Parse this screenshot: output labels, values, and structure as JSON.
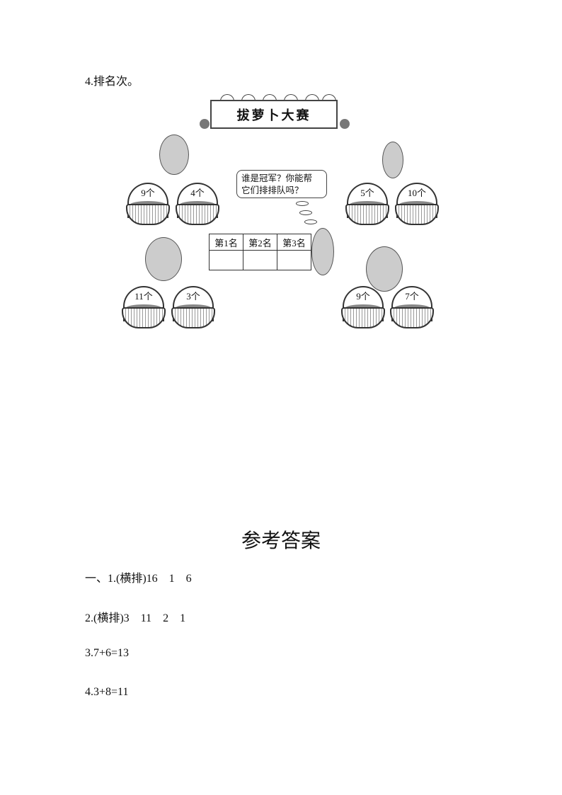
{
  "question": {
    "label": "4.排名次。"
  },
  "banner": {
    "title": "拔萝卜大赛"
  },
  "speech": {
    "line1": "谁是冠军？你能帮",
    "line2": "它们排排队吗？"
  },
  "rank_table": {
    "headers": [
      "第1名",
      "第2名",
      "第3名"
    ]
  },
  "baskets": {
    "pig": [
      "9个",
      "4个"
    ],
    "rabbit": [
      "5个",
      "10个"
    ],
    "monkey": [
      "11个",
      "3个"
    ],
    "elephant": [
      "9个",
      "7个"
    ]
  },
  "answers": {
    "title": "参考答案",
    "lines": [
      "一、1.(横排)16　1　6",
      "2.(横排)3　11　2　1",
      "3.7+6=13",
      "4.3+8=11"
    ]
  }
}
